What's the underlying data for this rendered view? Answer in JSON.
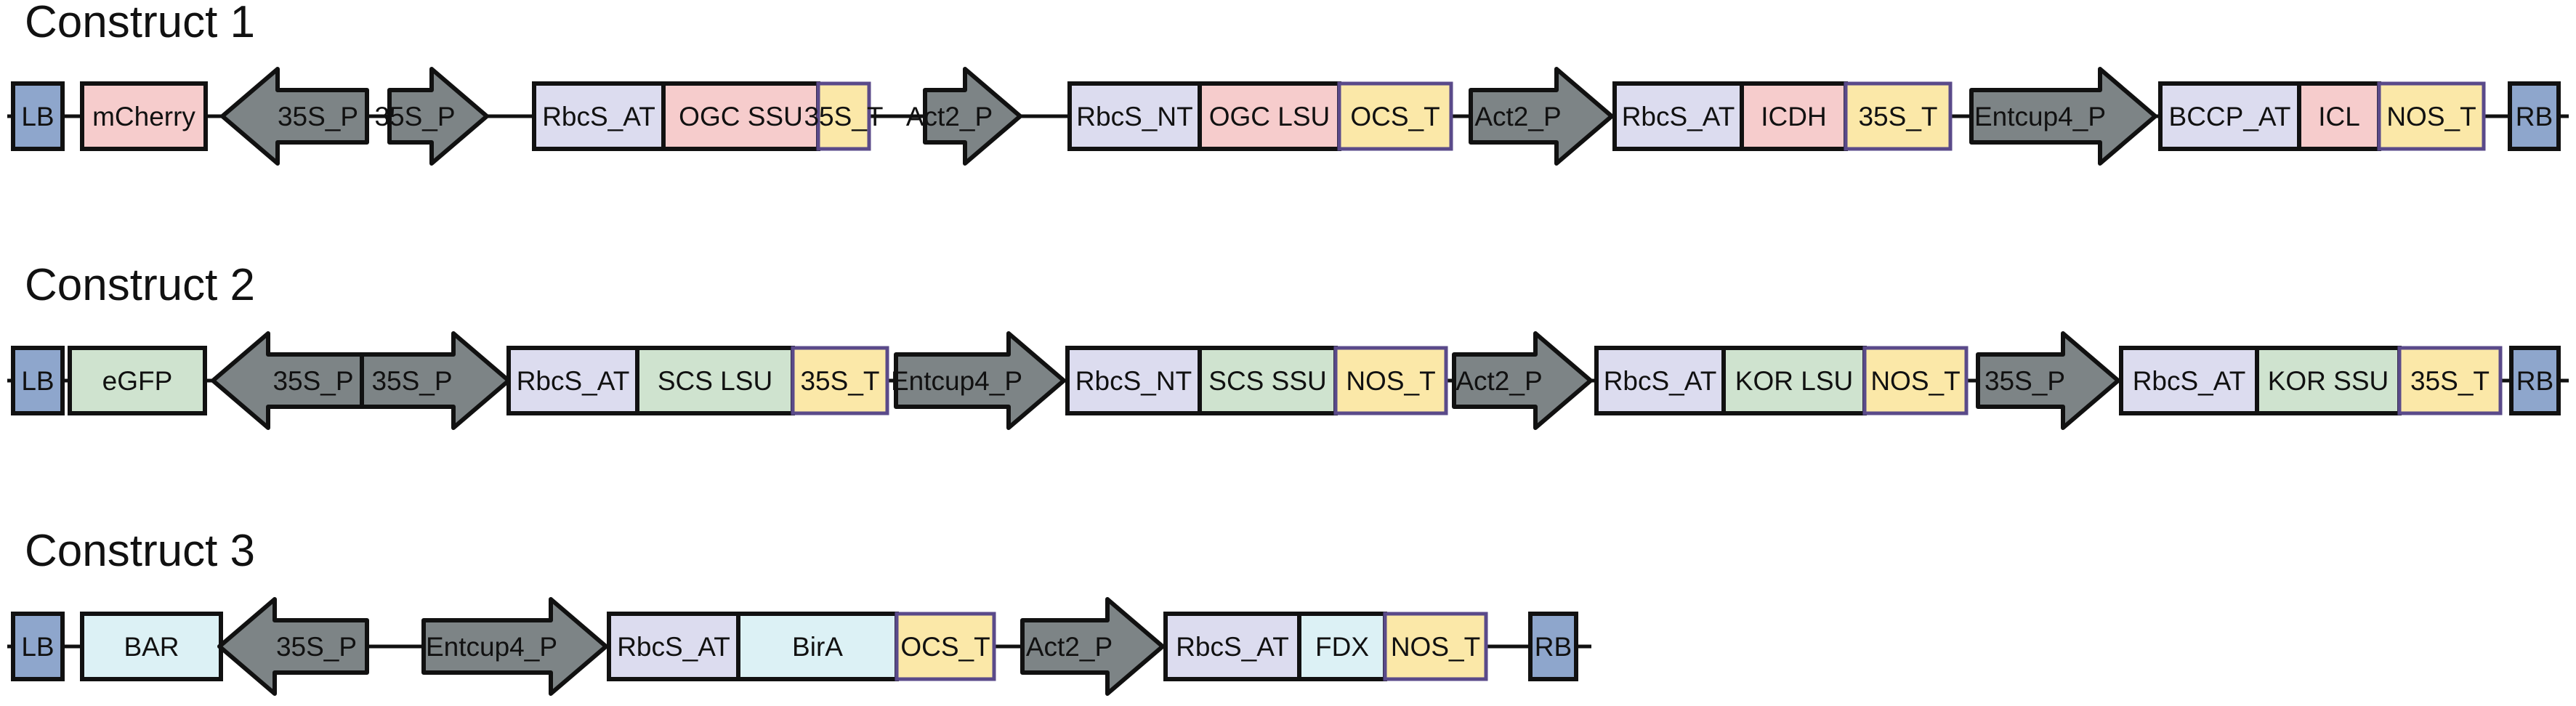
{
  "colors": {
    "border": "#111111",
    "line": "#111111",
    "promoter_fill": "#7d8486",
    "terminator_border": "#5a4a8a",
    "border_element": "#8ea6cc",
    "reporter_red": "#f6cccc",
    "reporter_green": "#cfe3cf",
    "reporter_cyan": "#dcf1f5",
    "transit_peptide": "#dcdcef",
    "cds_red": "#f6cccc",
    "cds_green": "#cfe3cf",
    "cds_cyan": "#dcf1f5",
    "terminator": "#fbe8a8"
  },
  "constructs": [
    {
      "title": "Construct 1",
      "parts": [
        {
          "label": "LB",
          "type": "border",
          "color": "border_element"
        },
        {
          "label": "mCherry",
          "type": "cds",
          "color": "reporter_red"
        },
        {
          "label": "35S_P",
          "type": "promoter",
          "direction": "reverse"
        },
        {
          "label": "35S_P",
          "type": "promoter",
          "direction": "forward"
        },
        {
          "label": "RbcS_AT",
          "type": "cds",
          "color": "transit_peptide"
        },
        {
          "label": "OGC SSU",
          "type": "cds",
          "color": "cds_red"
        },
        {
          "label": "35S_T",
          "type": "terminator",
          "color": "terminator"
        },
        {
          "label": "Act2_P",
          "type": "promoter",
          "direction": "forward"
        },
        {
          "label": "RbcS_NT",
          "type": "cds",
          "color": "transit_peptide"
        },
        {
          "label": "OGC LSU",
          "type": "cds",
          "color": "cds_red"
        },
        {
          "label": "OCS_T",
          "type": "terminator",
          "color": "terminator"
        },
        {
          "label": "Act2_P",
          "type": "promoter",
          "direction": "forward"
        },
        {
          "label": "RbcS_AT",
          "type": "cds",
          "color": "transit_peptide"
        },
        {
          "label": "ICDH",
          "type": "cds",
          "color": "cds_red"
        },
        {
          "label": "35S_T",
          "type": "terminator",
          "color": "terminator"
        },
        {
          "label": "Entcup4_P",
          "type": "promoter",
          "direction": "forward"
        },
        {
          "label": "BCCP_AT",
          "type": "cds",
          "color": "transit_peptide"
        },
        {
          "label": "ICL",
          "type": "cds",
          "color": "cds_red"
        },
        {
          "label": "NOS_T",
          "type": "terminator",
          "color": "terminator"
        },
        {
          "label": "RB",
          "type": "border",
          "color": "border_element"
        }
      ]
    },
    {
      "title": "Construct 2",
      "parts": [
        {
          "label": "LB",
          "type": "border",
          "color": "border_element"
        },
        {
          "label": "eGFP",
          "type": "cds",
          "color": "reporter_green"
        },
        {
          "label": "35S_P",
          "type": "promoter",
          "direction": "reverse"
        },
        {
          "label": "35S_P",
          "type": "promoter",
          "direction": "forward"
        },
        {
          "label": "RbcS_AT",
          "type": "cds",
          "color": "transit_peptide"
        },
        {
          "label": "SCS LSU",
          "type": "cds",
          "color": "cds_green"
        },
        {
          "label": "35S_T",
          "type": "terminator",
          "color": "terminator"
        },
        {
          "label": "Entcup4_P",
          "type": "promoter",
          "direction": "forward"
        },
        {
          "label": "RbcS_NT",
          "type": "cds",
          "color": "transit_peptide"
        },
        {
          "label": "SCS SSU",
          "type": "cds",
          "color": "cds_green"
        },
        {
          "label": "NOS_T",
          "type": "terminator",
          "color": "terminator"
        },
        {
          "label": "Act2_P",
          "type": "promoter",
          "direction": "forward"
        },
        {
          "label": "RbcS_AT",
          "type": "cds",
          "color": "transit_peptide"
        },
        {
          "label": "KOR LSU",
          "type": "cds",
          "color": "cds_green"
        },
        {
          "label": "NOS_T",
          "type": "terminator",
          "color": "terminator"
        },
        {
          "label": "35S_P",
          "type": "promoter",
          "direction": "forward"
        },
        {
          "label": "RbcS_AT",
          "type": "cds",
          "color": "transit_peptide"
        },
        {
          "label": "KOR SSU",
          "type": "cds",
          "color": "cds_green"
        },
        {
          "label": "35S_T",
          "type": "terminator",
          "color": "terminator"
        },
        {
          "label": "RB",
          "type": "border",
          "color": "border_element"
        }
      ]
    },
    {
      "title": "Construct 3",
      "parts": [
        {
          "label": "LB",
          "type": "border",
          "color": "border_element"
        },
        {
          "label": "BAR",
          "type": "cds",
          "color": "reporter_cyan"
        },
        {
          "label": "35S_P",
          "type": "promoter",
          "direction": "reverse"
        },
        {
          "label": "Entcup4_P",
          "type": "promoter",
          "direction": "forward"
        },
        {
          "label": "RbcS_AT",
          "type": "cds",
          "color": "transit_peptide"
        },
        {
          "label": "BirA",
          "type": "cds",
          "color": "cds_cyan"
        },
        {
          "label": "OCS_T",
          "type": "terminator",
          "color": "terminator"
        },
        {
          "label": "Act2_P",
          "type": "promoter",
          "direction": "forward"
        },
        {
          "label": "RbcS_AT",
          "type": "cds",
          "color": "transit_peptide"
        },
        {
          "label": "FDX",
          "type": "cds",
          "color": "cds_cyan"
        },
        {
          "label": "NOS_T",
          "type": "terminator",
          "color": "terminator"
        },
        {
          "label": "RB",
          "type": "border",
          "color": "border_element"
        }
      ]
    }
  ]
}
